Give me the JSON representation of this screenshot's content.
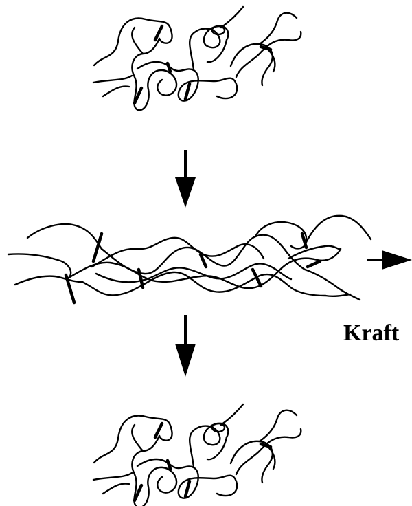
{
  "diagram": {
    "force_label": "Kraft",
    "ink_color": "#000000",
    "background_color": "#ffffff",
    "states": [
      "relaxed-network-top",
      "stretched-network-middle",
      "relaxed-network-bottom"
    ],
    "arrows": [
      "down-arrow",
      "down-arrow",
      "right-force-arrow"
    ]
  }
}
